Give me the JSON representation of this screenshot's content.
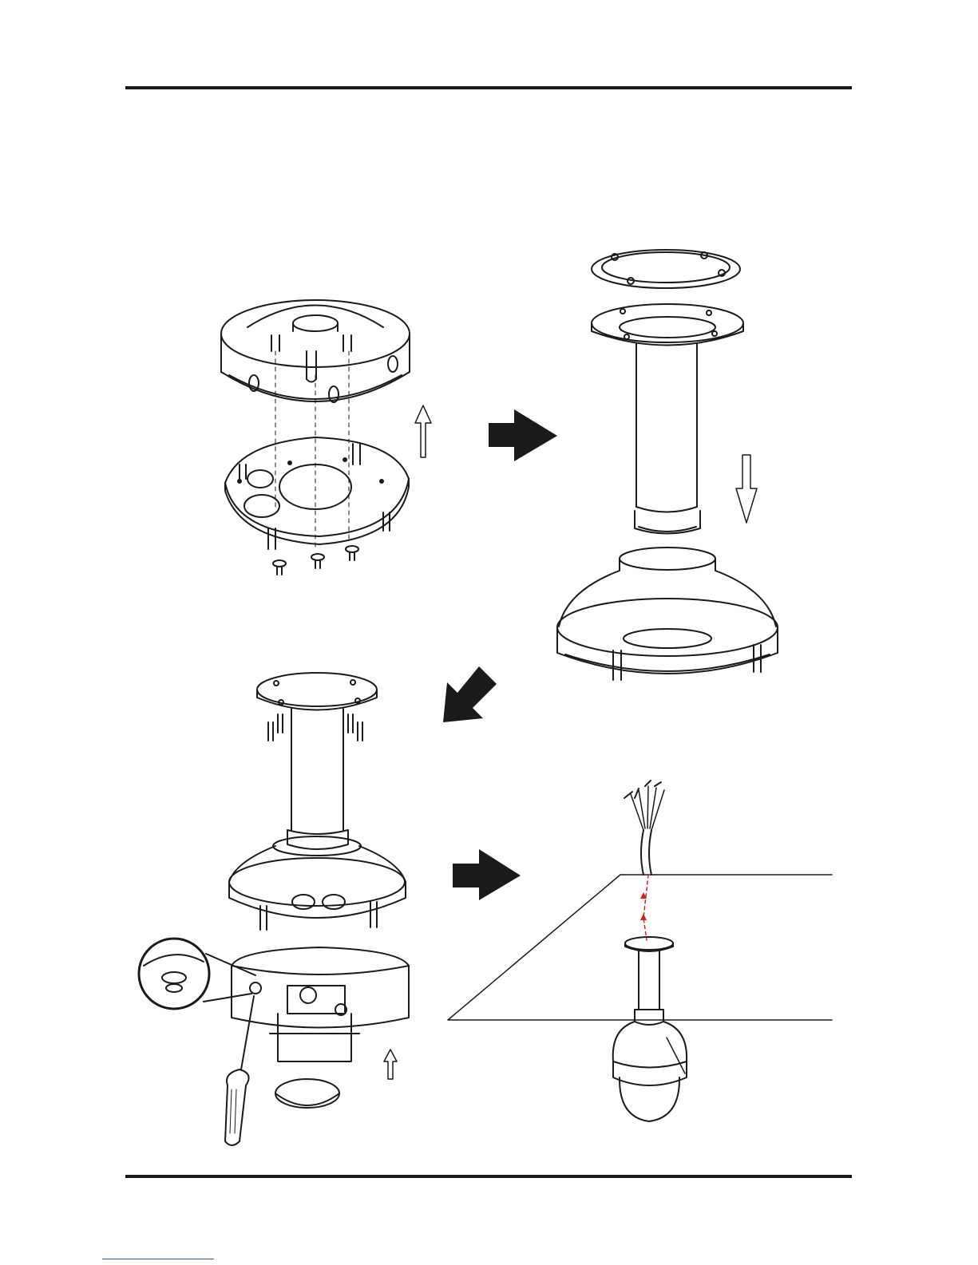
{
  "page": {
    "ink_color": "#1a1a1a",
    "link_color": "#3344cc",
    "cable_trace_color": "#cc2222"
  },
  "figure": {
    "steps": [
      {
        "id": "step-1",
        "panel": "base-plate-removal"
      },
      {
        "id": "step-2",
        "panel": "pendant-mount-attach"
      },
      {
        "id": "step-3",
        "panel": "camera-fasten"
      },
      {
        "id": "step-4",
        "panel": "ceiling-install"
      }
    ],
    "arrows": [
      {
        "name": "flow-arrow-right-1",
        "direction": "right"
      },
      {
        "name": "flow-arrow-down-left",
        "direction": "down-left"
      },
      {
        "name": "flow-arrow-right-2",
        "direction": "right"
      }
    ]
  }
}
